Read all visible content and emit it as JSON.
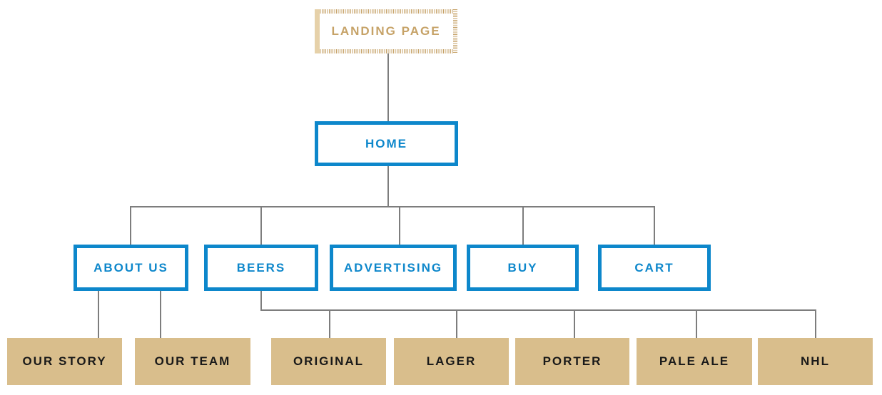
{
  "diagram": {
    "type": "sitemap-flowchart",
    "colors": {
      "blue": "#0d87cb",
      "tan_text": "#c6a267",
      "tan_light": "#e6d1a9",
      "tan_fill": "#d9be8c",
      "line_gray": "#7d7d7d",
      "text_dark": "#191919"
    },
    "nodes": {
      "landing": {
        "label": "LANDING PAGE",
        "style": "tan-hatched-outline"
      },
      "home": {
        "label": "HOME",
        "style": "blue-outline"
      },
      "about_us": {
        "label": "ABOUT US",
        "style": "blue-outline"
      },
      "beers": {
        "label": "BEERS",
        "style": "blue-outline"
      },
      "advertising": {
        "label": "ADVERTISING",
        "style": "blue-outline"
      },
      "buy": {
        "label": "BUY",
        "style": "blue-outline"
      },
      "cart": {
        "label": "CART",
        "style": "blue-outline"
      },
      "our_story": {
        "label": "OUR STORY",
        "style": "tan-filled"
      },
      "our_team": {
        "label": "OUR TEAM",
        "style": "tan-filled"
      },
      "original": {
        "label": "ORIGINAL",
        "style": "tan-filled"
      },
      "lager": {
        "label": "LAGER",
        "style": "tan-filled"
      },
      "porter": {
        "label": "PORTER",
        "style": "tan-filled"
      },
      "pale_ale": {
        "label": "PALE ALE",
        "style": "tan-filled"
      },
      "nhl": {
        "label": "NHL",
        "style": "tan-filled"
      }
    },
    "edges": [
      {
        "from": "landing",
        "to": "home"
      },
      {
        "from": "home",
        "to": "about_us"
      },
      {
        "from": "home",
        "to": "beers"
      },
      {
        "from": "home",
        "to": "advertising"
      },
      {
        "from": "home",
        "to": "buy"
      },
      {
        "from": "home",
        "to": "cart"
      },
      {
        "from": "about_us",
        "to": "our_story"
      },
      {
        "from": "about_us",
        "to": "our_team"
      },
      {
        "from": "beers",
        "to": "original"
      },
      {
        "from": "beers",
        "to": "lager"
      },
      {
        "from": "beers",
        "to": "porter"
      },
      {
        "from": "beers",
        "to": "pale_ale"
      },
      {
        "from": "beers",
        "to": "nhl"
      }
    ]
  }
}
